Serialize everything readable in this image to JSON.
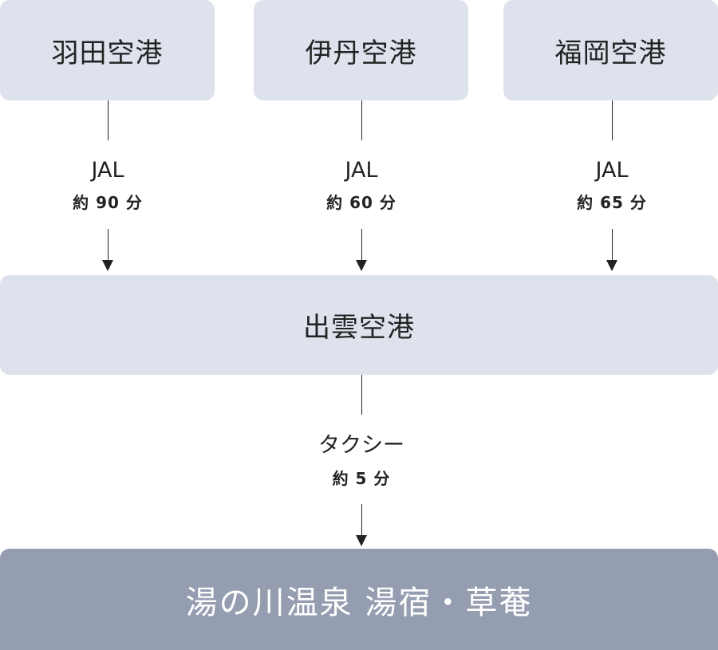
{
  "origins": [
    {
      "name": "羽田空港",
      "carrier": "JAL",
      "duration": "約 90 分"
    },
    {
      "name": "伊丹空港",
      "carrier": "JAL",
      "duration": "約 60 分"
    },
    {
      "name": "福岡空港",
      "carrier": "JAL",
      "duration": "約 65 分"
    }
  ],
  "hub": {
    "name": "出雲空港"
  },
  "transfer": {
    "mode": "タクシー",
    "duration": "約 5 分"
  },
  "destination": {
    "name": "湯の川温泉 湯宿・草菴"
  },
  "colors": {
    "origin_box": "#dde2ec",
    "destination_box": "#959db0",
    "text": "#222222",
    "destination_text": "#ffffff"
  }
}
